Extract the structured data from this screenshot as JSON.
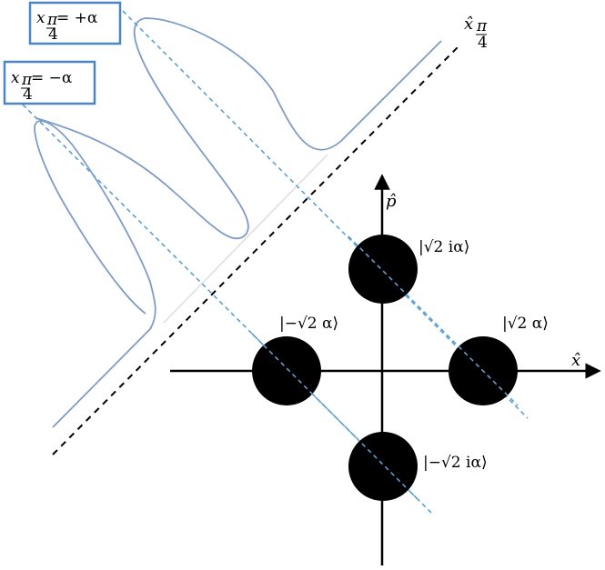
{
  "boxes": {
    "plus_alpha": {
      "var": "x",
      "sub_num": "π",
      "sub_den": "4",
      "rhs": " = +α"
    },
    "minus_alpha": {
      "var": "x",
      "sub_num": "π",
      "sub_den": "4",
      "rhs": " = −α"
    }
  },
  "axes": {
    "x_label": "x̂",
    "p_label": "p̂",
    "rotated_label_var": "x̂",
    "rotated_label_sub_num": "π",
    "rotated_label_sub_den": "4"
  },
  "states": {
    "top": "|√2 iα⟩",
    "right": "|√2 α⟩",
    "left": "|−√2 α⟩",
    "bottom": "|−√2 iα⟩"
  },
  "colors": {
    "curve": "#7f9cc6",
    "dashed_blue": "#5aa0d8",
    "box_border": "#4a86c5",
    "axis": "#000000",
    "state_disc": "#000000"
  }
}
